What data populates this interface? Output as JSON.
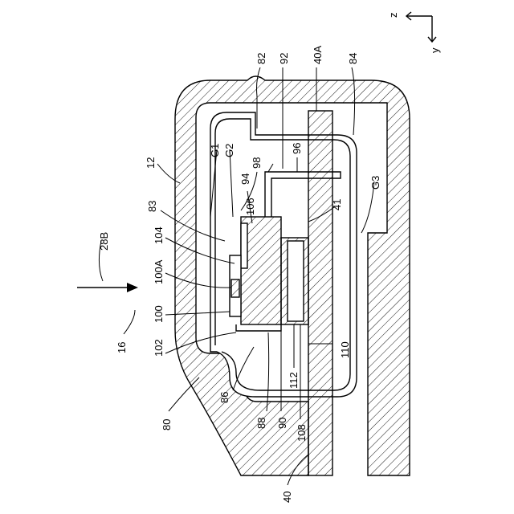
{
  "figure": {
    "axes": {
      "z": "z",
      "y": "y"
    },
    "arrow_label": "28B",
    "labels": {
      "l12": "12",
      "l16": "16",
      "l80": "80",
      "l82": "82",
      "l83": "83",
      "l84": "84",
      "l86": "86",
      "l88": "88",
      "l90": "90",
      "l92": "92",
      "l94": "94",
      "l96": "96",
      "l98": "98",
      "l100": "100",
      "l100A": "100A",
      "l102": "102",
      "l104": "104",
      "l106": "106",
      "l108": "108",
      "l110": "110",
      "l112": "112",
      "l40": "40",
      "l40A": "40A",
      "l41": "41",
      "lG1": "G1",
      "lG2": "G2",
      "lG3": "G3"
    }
  }
}
